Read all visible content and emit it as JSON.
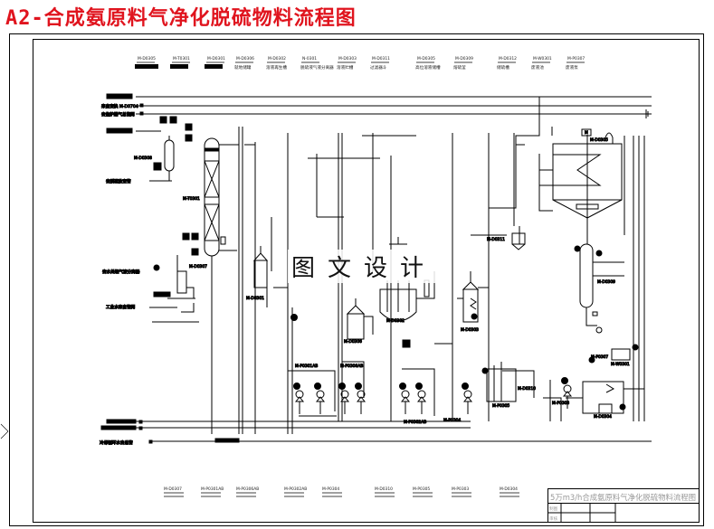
{
  "title": "A2-合成氨原料气净化脱硫物料流程图",
  "watermark": "图文设计",
  "colors": {
    "title": "#e0141e",
    "line": "#000000",
    "titleblock_text": "#9a9a9a"
  },
  "top_equipment": [
    {
      "tag": "M-D0305",
      "name": ""
    },
    {
      "tag": "M-T0301",
      "name": ""
    },
    {
      "tag": "M-D0301",
      "name": ""
    },
    {
      "tag": "M-D0306",
      "name": "就地储罐"
    },
    {
      "tag": "M-D0302",
      "name": "溶液再生槽"
    },
    {
      "tag": "N-0301",
      "name": "脱硫液气液分离器"
    },
    {
      "tag": "M-D0303",
      "name": "溶液贮槽"
    },
    {
      "tag": "M-D0311",
      "name": "过滤器斗"
    },
    {
      "tag": "M-D0305",
      "name": "高位溶液储槽"
    },
    {
      "tag": "M-D0309",
      "name": "熔硫釜"
    },
    {
      "tag": "M-D0312",
      "name": "储硫槽"
    },
    {
      "tag": "M-W0301",
      "name": "废液池"
    },
    {
      "tag": "M-P0307",
      "name": "废液泵"
    }
  ],
  "bottom_equipment": [
    {
      "tag": "M-D0307"
    },
    {
      "tag": "M-P0301AB"
    },
    {
      "tag": "M-P0306AB"
    },
    {
      "tag": "M-P0302AB"
    },
    {
      "tag": "M-P0304"
    },
    {
      "tag": "M-D0310"
    },
    {
      "tag": "M-P0305"
    },
    {
      "tag": "M-P0303"
    },
    {
      "tag": "M-D0304"
    }
  ],
  "stream_labels": {
    "s1": "来自变换 M-D0704",
    "s2": "去焦炉煤气总管网",
    "s3": "去脱硫放空管",
    "s4": "去水处理气液分离器",
    "s5": "工业水来自管网",
    "s6": "冷却循环水去总管"
  },
  "equipment_tags": {
    "d0308": "M-D0308",
    "t0301": "M-T0301",
    "d0307": "M-D0307",
    "d0301": "M-D0301",
    "d0306": "M-D0306",
    "d0302": "M-D0302",
    "d0303": "M-D0303",
    "d0311": "M-D0311",
    "d0305": "M-D0305",
    "d0309": "M-D0309",
    "p0307": "M-P0307",
    "w0301": "M-W0301",
    "d0304": "M-D0304",
    "d0310": "M-D0310",
    "p0305": "M-P0305",
    "p0303": "M-P0303",
    "p0301ab": "M-P0301AB",
    "p0306ab": "M-P0306AB",
    "p0302ab": "M-P0302AB",
    "p0304": "M-P0304",
    "mixer": "M"
  },
  "title_block": {
    "drawing_name": "5万m3/h合成氨原料气净化脱硫物料流程图",
    "row1_label": "制图",
    "row2_label": "审核"
  }
}
